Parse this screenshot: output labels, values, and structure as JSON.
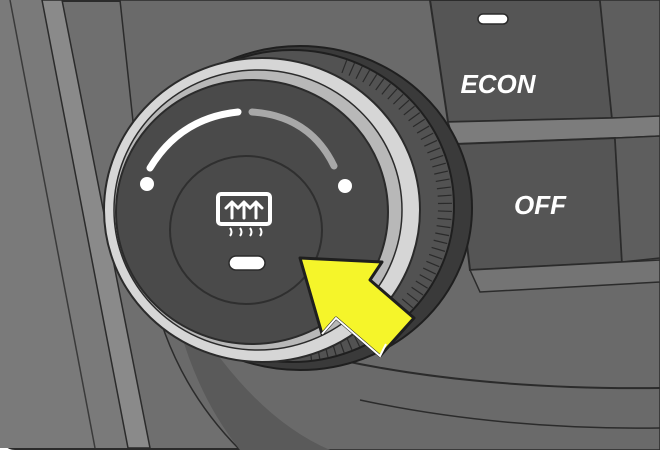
{
  "panel": {
    "econ_label": "ECON",
    "off_label": "OFF"
  },
  "knob": {
    "icon": "rear-defrost-icon",
    "indicator": "indicator-led"
  },
  "callout": {
    "icon": "arrow-pointer-icon",
    "color": "#f5f52a"
  },
  "colors": {
    "panel": "#6e6e6e",
    "panel_dark": "#4b4b4b",
    "knob_face": "#4a4a4a",
    "bezel": "#c9c9c9",
    "arrow": "#f5f52a"
  }
}
